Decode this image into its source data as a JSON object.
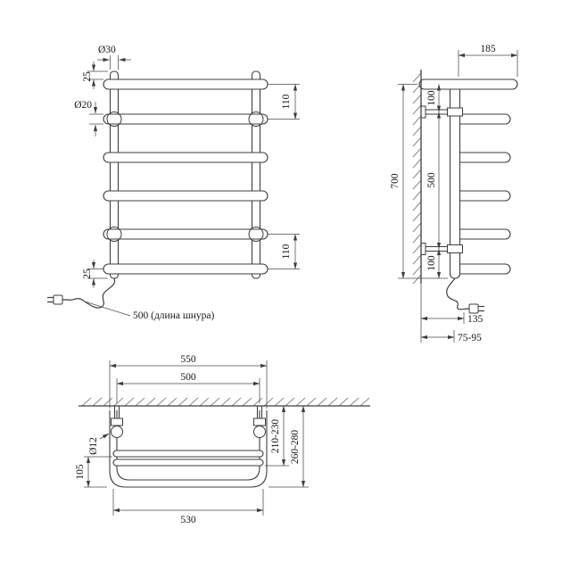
{
  "title": "Heated towel rail dimensional drawing",
  "colors": {
    "background": "#ffffff",
    "line": "#3d3d3d",
    "text": "#161616"
  },
  "front_view": {
    "dia_top_tube": "Ø30",
    "offset_top": "25",
    "dia_bar": "Ø20",
    "bar_spacing_top": "110",
    "bar_spacing_bottom": "110",
    "offset_bottom": "25",
    "cord_length_label": "500 (длина шнура)"
  },
  "side_view": {
    "top_rail_length": "185",
    "gap_top": "100",
    "gap_middle": "500",
    "gap_bottom": "100",
    "total_height": "700",
    "plug_offset": "135",
    "wall_clearance": "75-95"
  },
  "plan_view": {
    "overall_width": "550",
    "mount_spacing": "500",
    "dia_bracket": "Ø12",
    "bar_offset": "105",
    "depth_inner": "210-230",
    "depth_outer": "260-280",
    "bar_length": "530"
  }
}
